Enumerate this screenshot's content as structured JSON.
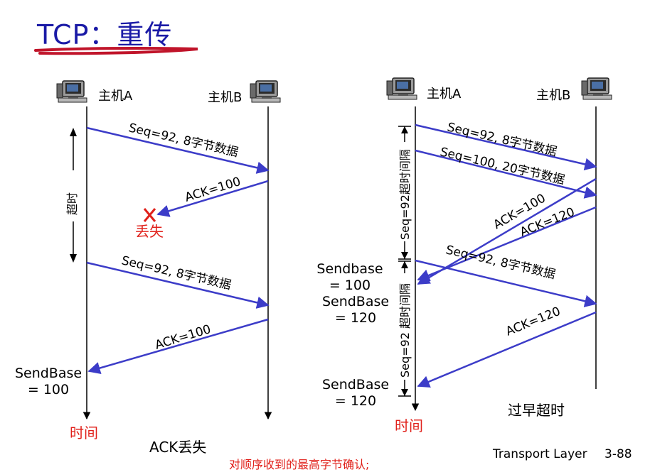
{
  "title": "TCP：重传",
  "left": {
    "host_a": "主机A",
    "host_b": "主机B",
    "msg1": "Seq=92, 8字节数据",
    "ack1": "ACK=100",
    "lost": "丢失",
    "timeout": "超时",
    "msg2": "Seq=92, 8字节数据",
    "ack2": "ACK=100",
    "sendbase": [
      "SendBase",
      "= 100"
    ],
    "time": "时间",
    "caption": "ACK丢失"
  },
  "right": {
    "host_a": "主机A",
    "host_b": "主机B",
    "msg1": "Seq=92, 8字节数据",
    "msg2": "Seq=100, 20字节数据",
    "ack1": "ACK=100",
    "ack2": "ACK=120",
    "timeout1": "Seq=92超时间隔",
    "msg3": "Seq=92, 8字节数据",
    "timeout2": "Seq=92 超时间隔",
    "ack3": "ACK=120",
    "sendbase1": [
      "Sendbase",
      "= 100"
    ],
    "sendbase2": [
      "SendBase",
      "= 120"
    ],
    "sendbase3": [
      "SendBase",
      "= 120"
    ],
    "time": "时间",
    "caption": "过早超时"
  },
  "footer": {
    "note": "对顺序收到的最高字节确认;",
    "course": "Transport Layer",
    "page": "3-88"
  },
  "colors": {
    "title": "#1a1aa6",
    "arrow": "#3c3cc8",
    "underline": "#c0142a",
    "red": "#e0201a"
  }
}
